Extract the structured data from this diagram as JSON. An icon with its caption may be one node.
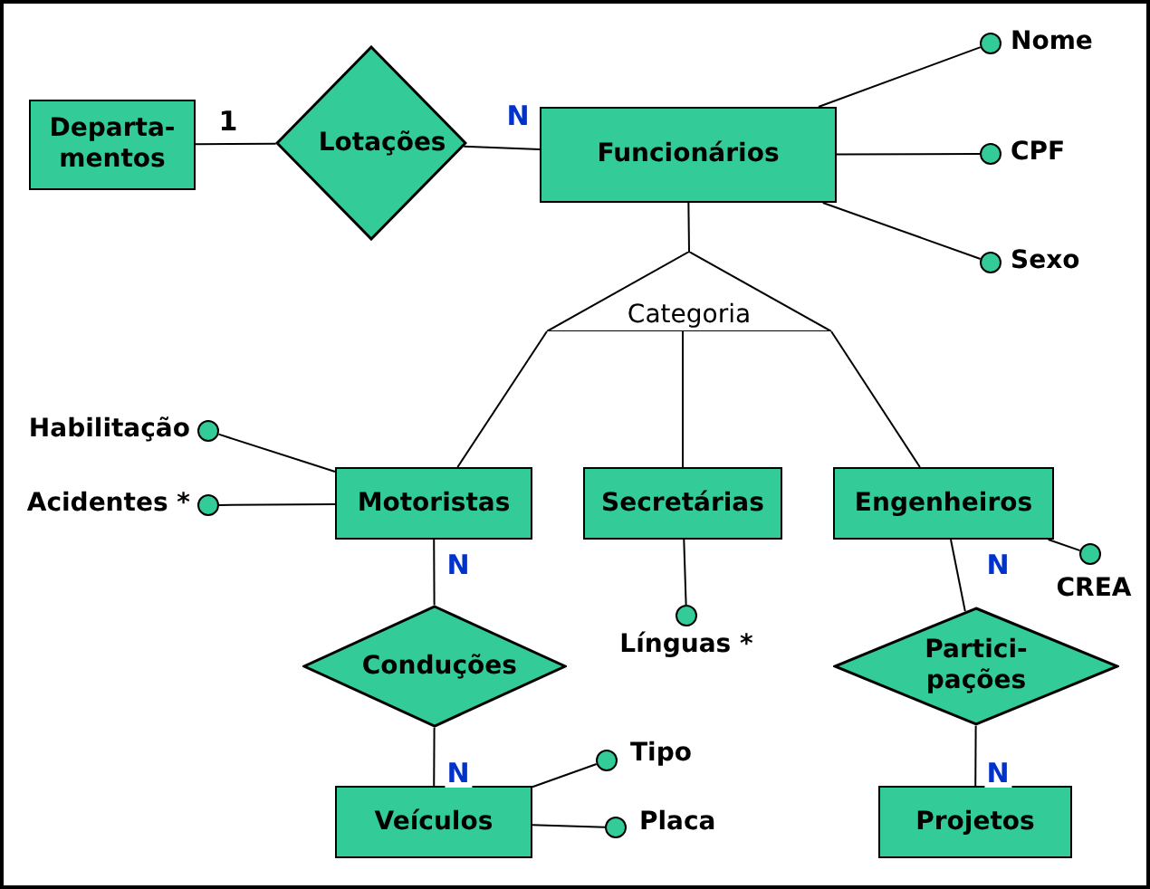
{
  "diagram": {
    "nodes": [
      {
        "text": [
          "Departa- mentos"
        ]
      },
      {
        "text": [
          "Lotações"
        ]
      },
      {
        "text": [
          "Funcionários"
        ]
      },
      {
        "text": [],
        "shape": "circle",
        "beside": [
          "Nome"
        ]
      },
      {
        "text": [],
        "shape": "circle",
        "beside": [
          "CPF"
        ]
      },
      {
        "text": [],
        "shape": "circle",
        "beside": [
          "Sexo"
        ]
      },
      {
        "text": [
          "Categoria"
        ]
      },
      {
        "text": [],
        "shape": "circle",
        "beside": [
          "Habilitação"
        ]
      },
      {
        "text": [],
        "shape": "circle",
        "beside": [
          "Acidentes *"
        ]
      },
      {
        "text": [
          "Motoristas"
        ]
      },
      {
        "text": [
          "Secretárias"
        ]
      },
      {
        "text": [
          "Engenheiros"
        ]
      },
      {
        "text": [],
        "shape": "circle",
        "beside": [
          "CREA"
        ]
      },
      {
        "text": [
          "Conduções"
        ]
      },
      {
        "text": [],
        "shape": "circle",
        "beside": [
          "Línguas *"
        ]
      },
      {
        "text": [
          "Partici- pações"
        ]
      },
      {
        "text": [
          "Veículos"
        ]
      },
      {
        "text": [],
        "shape": "circle",
        "beside": [
          "Tipo"
        ]
      },
      {
        "text": [],
        "shape": "circle",
        "beside": [
          "Placa"
        ]
      },
      {
        "text": [
          "Projetos"
        ]
      }
    ],
    "edges": [
      {
        "from": 0,
        "to": 1,
        "arrow": "none",
        "label": "1"
      },
      {
        "from": 1,
        "to": 2,
        "arrow": "none",
        "label": "N"
      },
      {
        "from": 2,
        "to": 3,
        "arrow": "none"
      },
      {
        "from": 2,
        "to": 4,
        "arrow": "none"
      },
      {
        "from": 2,
        "to": 5,
        "arrow": "none"
      },
      {
        "from": 2,
        "to": 6,
        "arrow": "none"
      },
      {
        "from": 6,
        "to": 9,
        "arrow": "none"
      },
      {
        "from": 6,
        "to": 10,
        "arrow": "none"
      },
      {
        "from": 6,
        "to": 11,
        "arrow": "none"
      },
      {
        "from": 9,
        "to": 7,
        "arrow": "none"
      },
      {
        "from": 9,
        "to": 8,
        "arrow": "none"
      },
      {
        "from": 9,
        "to": 13,
        "arrow": "none",
        "label": "N"
      },
      {
        "from": 10,
        "to": 14,
        "arrow": "none"
      },
      {
        "from": 11,
        "to": 12,
        "arrow": "none"
      },
      {
        "from": 11,
        "to": 15,
        "arrow": "none",
        "label": "N"
      },
      {
        "from": 13,
        "to": 16,
        "arrow": "none",
        "label": "N"
      },
      {
        "from": 16,
        "to": 17,
        "arrow": "none"
      },
      {
        "from": 16,
        "to": 18,
        "arrow": "none"
      },
      {
        "from": 15,
        "to": 19,
        "arrow": "none",
        "label": "N"
      }
    ]
  }
}
